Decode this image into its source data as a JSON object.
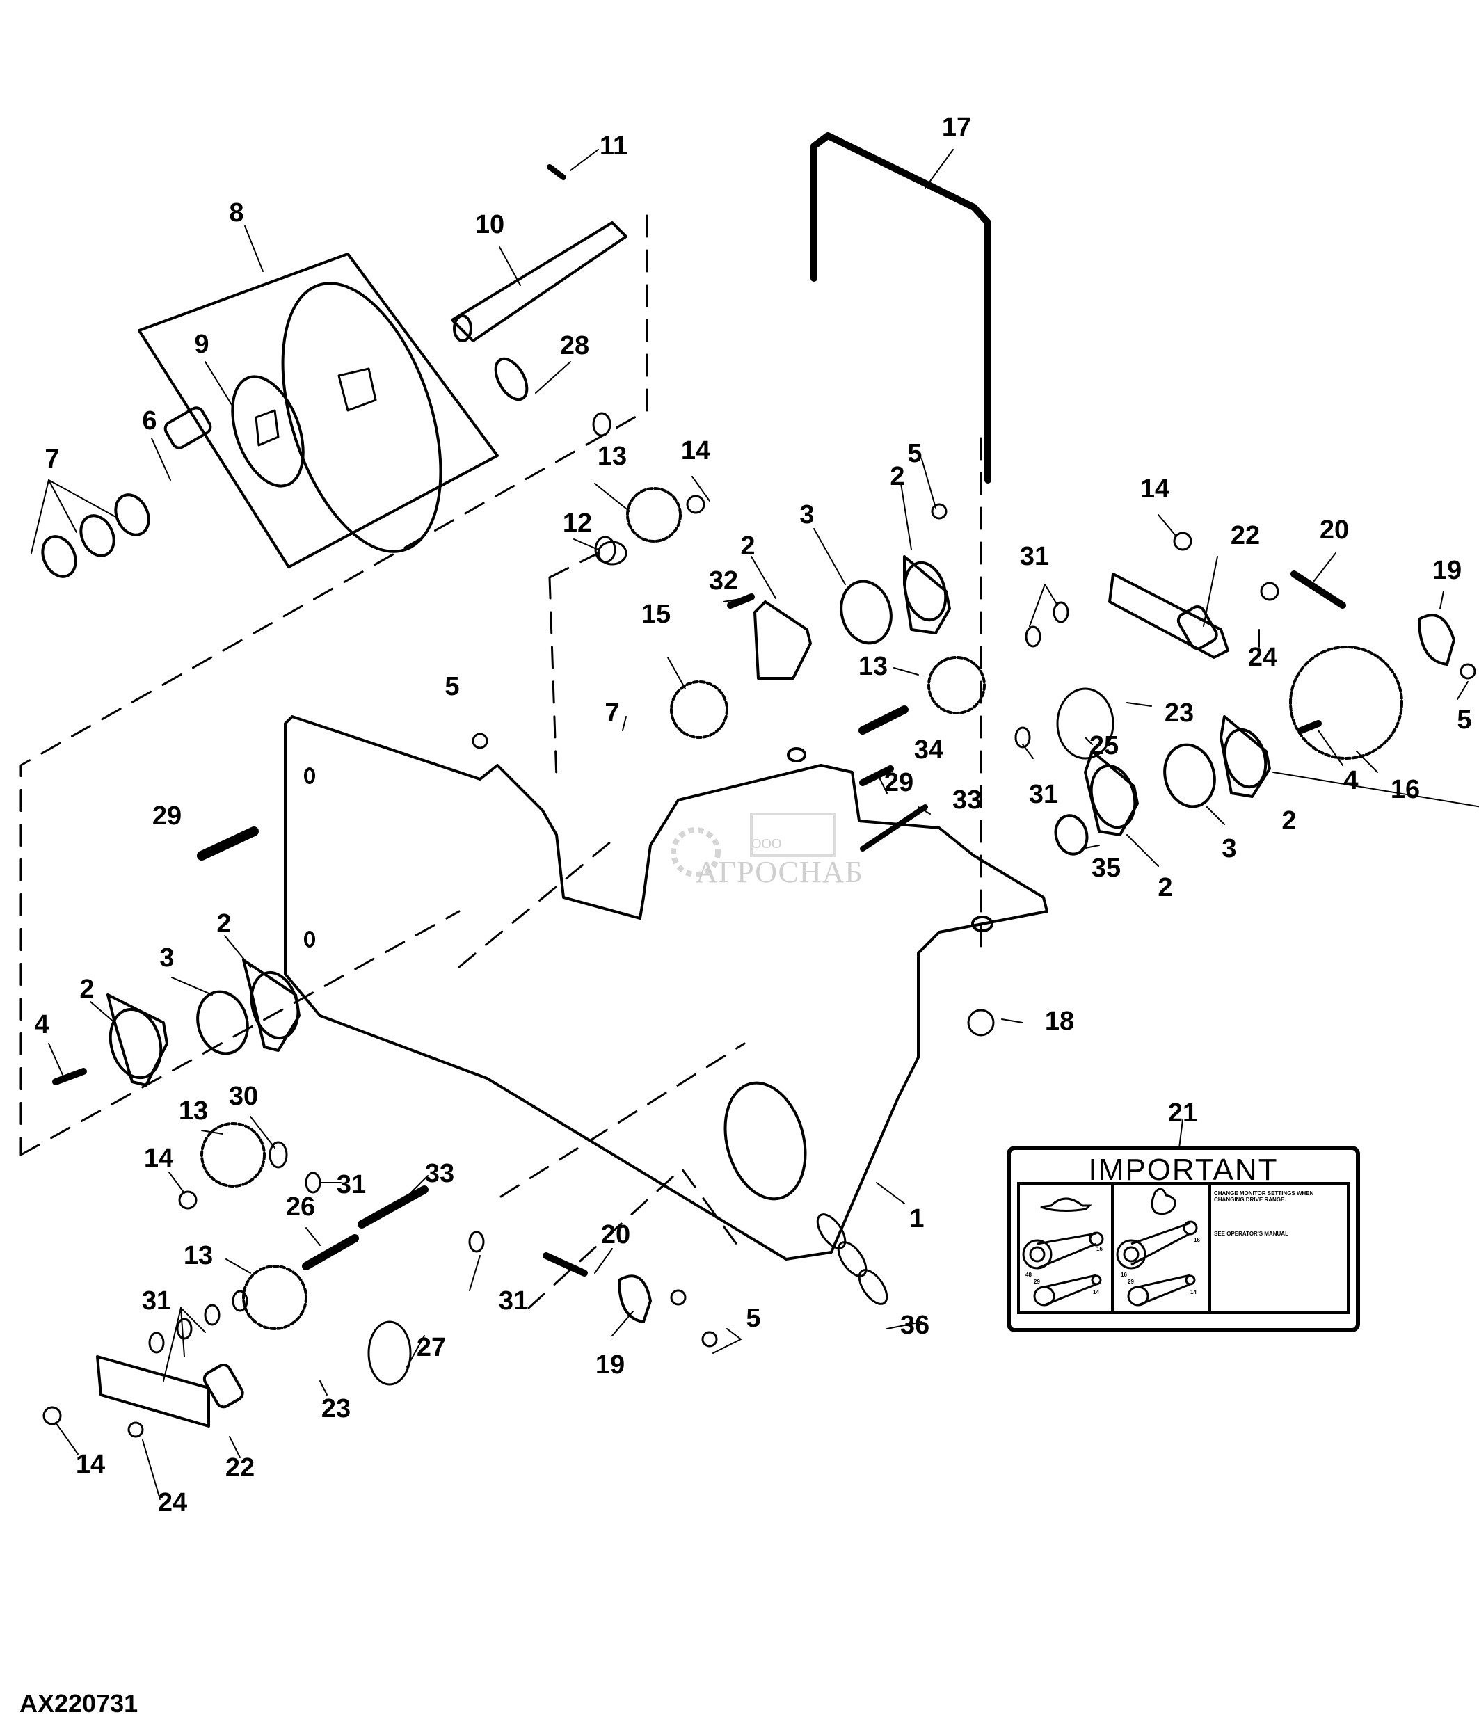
{
  "figure": {
    "id": "AX220731",
    "type": "exploded parts diagram"
  },
  "watermark": {
    "company_prefix": "ООО",
    "company_name": "АГРОСНАБ"
  },
  "decal": {
    "callout": "21",
    "title": "IMPORTANT",
    "panel_slow": {
      "icon": "turtle-icon",
      "sprocket_labels": [
        "48",
        "16",
        "29",
        "14"
      ]
    },
    "panel_fast": {
      "icon": "rabbit-icon",
      "sprocket_labels": [
        "16",
        "16",
        "29",
        "14"
      ]
    },
    "message": "CHANGE MONITOR SETTINGS WHEN CHANGING DRIVE RANGE.",
    "reference": "SEE OPERATOR'S MANUAL"
  },
  "callouts": [
    {
      "id": "c11",
      "label": "11"
    },
    {
      "id": "c17",
      "label": "17"
    },
    {
      "id": "c8",
      "label": "8"
    },
    {
      "id": "c10",
      "label": "10"
    },
    {
      "id": "c9",
      "label": "9"
    },
    {
      "id": "c28",
      "label": "28"
    },
    {
      "id": "c6",
      "label": "6"
    },
    {
      "id": "c7a",
      "label": "7"
    },
    {
      "id": "c13a",
      "label": "13"
    },
    {
      "id": "c14a",
      "label": "14"
    },
    {
      "id": "c5a",
      "label": "5"
    },
    {
      "id": "c2a",
      "label": "2"
    },
    {
      "id": "c3a",
      "label": "3"
    },
    {
      "id": "c12",
      "label": "12"
    },
    {
      "id": "c2b",
      "label": "2"
    },
    {
      "id": "c32",
      "label": "32"
    },
    {
      "id": "c15",
      "label": "15"
    },
    {
      "id": "c14b",
      "label": "14"
    },
    {
      "id": "c22a",
      "label": "22"
    },
    {
      "id": "c20a",
      "label": "20"
    },
    {
      "id": "c31a",
      "label": "31"
    },
    {
      "id": "c19a",
      "label": "19"
    },
    {
      "id": "c24a",
      "label": "24"
    },
    {
      "id": "c13b",
      "label": "13"
    },
    {
      "id": "c7b",
      "label": "7"
    },
    {
      "id": "c5b",
      "label": "5"
    },
    {
      "id": "c34",
      "label": "34"
    },
    {
      "id": "c23a",
      "label": "23"
    },
    {
      "id": "c25",
      "label": "25"
    },
    {
      "id": "c5c",
      "label": "5"
    },
    {
      "id": "c31b",
      "label": "31"
    },
    {
      "id": "c4a",
      "label": "4"
    },
    {
      "id": "c16",
      "label": "16"
    },
    {
      "id": "c29a",
      "label": "29"
    },
    {
      "id": "c33a",
      "label": "33"
    },
    {
      "id": "c2c",
      "label": "2"
    },
    {
      "id": "c29b",
      "label": "29"
    },
    {
      "id": "c3b",
      "label": "3"
    },
    {
      "id": "c35",
      "label": "35"
    },
    {
      "id": "c2d",
      "label": "2"
    },
    {
      "id": "c2e",
      "label": "2"
    },
    {
      "id": "c3c",
      "label": "3"
    },
    {
      "id": "c2f",
      "label": "2"
    },
    {
      "id": "c4b",
      "label": "4"
    },
    {
      "id": "c18",
      "label": "18"
    },
    {
      "id": "c13c",
      "label": "13"
    },
    {
      "id": "c30",
      "label": "30"
    },
    {
      "id": "c14c",
      "label": "14"
    },
    {
      "id": "c31c",
      "label": "31"
    },
    {
      "id": "c33b",
      "label": "33"
    },
    {
      "id": "c1",
      "label": "1"
    },
    {
      "id": "c26",
      "label": "26"
    },
    {
      "id": "c13d",
      "label": "13"
    },
    {
      "id": "c20b",
      "label": "20"
    },
    {
      "id": "c31d",
      "label": "31"
    },
    {
      "id": "c31e",
      "label": "31"
    },
    {
      "id": "c5d",
      "label": "5"
    },
    {
      "id": "c27",
      "label": "27"
    },
    {
      "id": "c19b",
      "label": "19"
    },
    {
      "id": "c36",
      "label": "36"
    },
    {
      "id": "c23b",
      "label": "23"
    },
    {
      "id": "c14d",
      "label": "14"
    },
    {
      "id": "c22b",
      "label": "22"
    },
    {
      "id": "c24b",
      "label": "24"
    }
  ]
}
